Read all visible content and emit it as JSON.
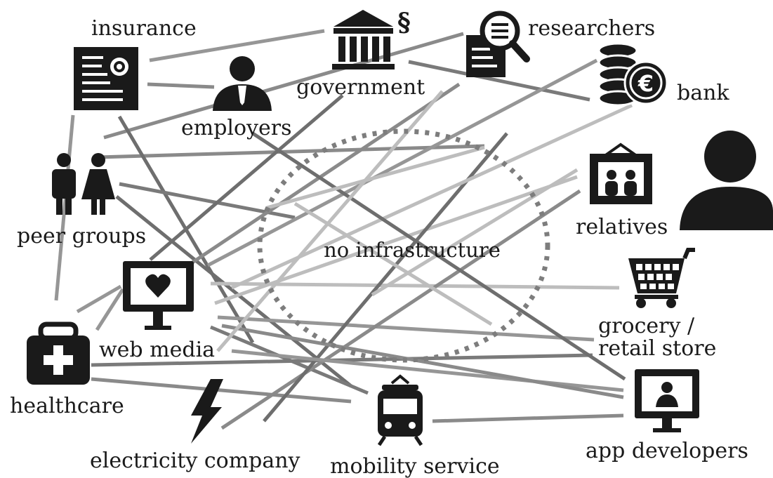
{
  "center_label": "no infrastructure",
  "nodes": {
    "insurance": "insurance",
    "government": "government",
    "researchers": "researchers",
    "bank": "bank",
    "employers": "employers",
    "peer_groups": "peer groups",
    "relatives": "relatives",
    "web_media": "web media",
    "grocery_line1": "grocery /",
    "grocery_line2": "retail store",
    "healthcare": "healthcare",
    "electricity_company": "electricity company",
    "mobility_service": "mobility service",
    "app_developers": "app developers"
  },
  "icons": {
    "insurance": "insurance-document-icon",
    "government": "government-building-icon",
    "paragraph": "paragraph-sign-icon",
    "researchers": "magnifier-document-icon",
    "bank": "coins-euro-icon",
    "employers": "employer-person-icon",
    "peer_groups": "people-pair-icon",
    "relatives": "family-portrait-icon",
    "user": "user-silhouette-icon",
    "web_media": "monitor-heart-icon",
    "grocery": "shopping-cart-icon",
    "healthcare": "medical-kit-icon",
    "electricity": "lightning-bolt-icon",
    "mobility": "train-icon",
    "app_developers": "monitor-person-icon"
  },
  "colors": {
    "ink": "#1a1a1a",
    "line_dark": "#6e6e6e",
    "line_mid": "#969696",
    "line_light": "#bdbdbd",
    "dotted_circle": "#7d7d7d"
  }
}
